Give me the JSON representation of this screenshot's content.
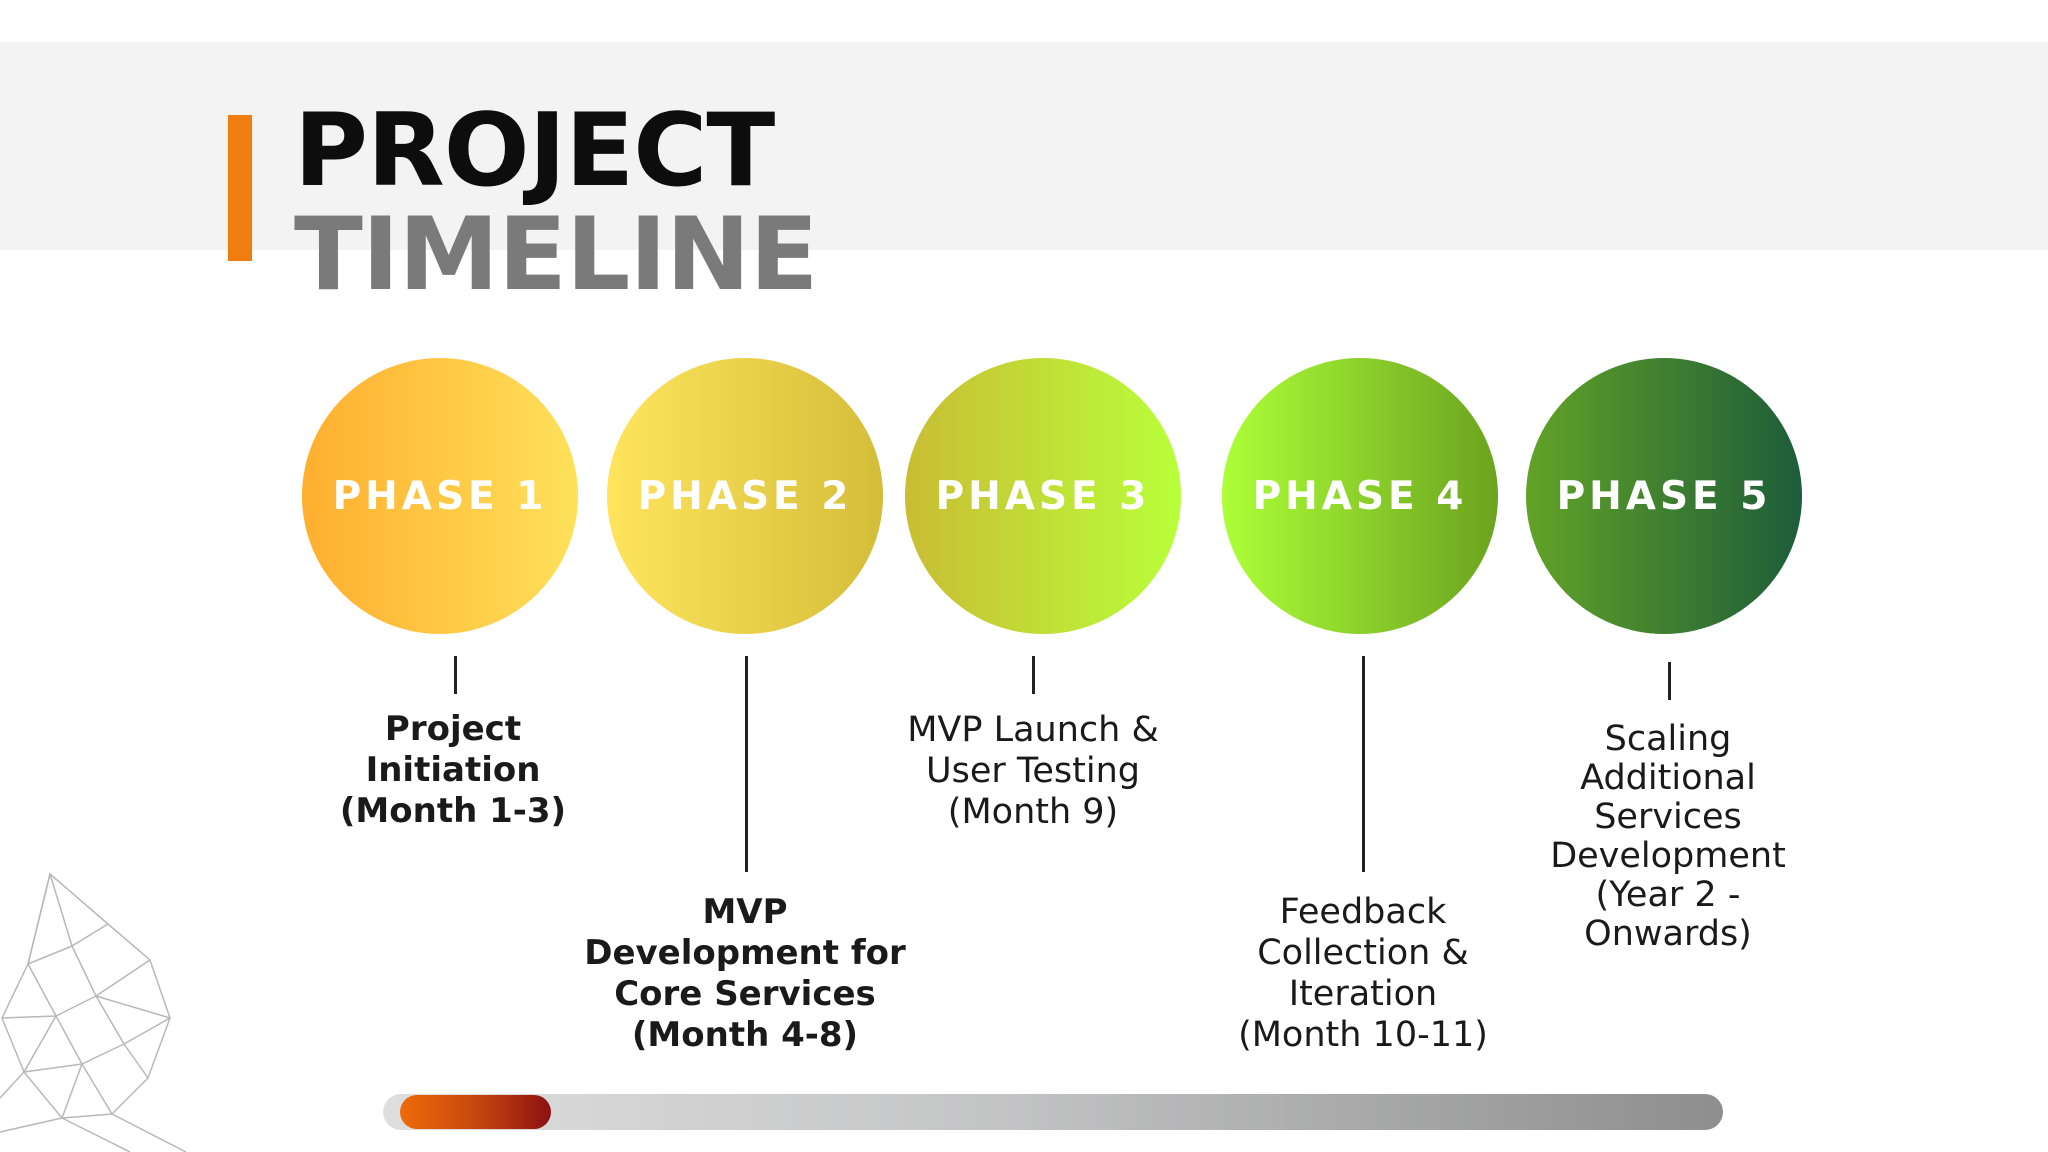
{
  "title": {
    "line1": "PROJECT",
    "line2": "TIMELINE",
    "line1_color": "#0d0d0d",
    "line2_color": "#7a7a7a",
    "accent_color": "#f07d0f"
  },
  "phases": [
    {
      "label": "PHASE 1",
      "gradient": [
        "#ffae2e",
        "#ffe15a"
      ],
      "description": [
        "Project",
        "Initiation",
        "(Month 1-3)"
      ],
      "description_bold": true
    },
    {
      "label": "PHASE 2",
      "gradient": [
        "#ffe55e",
        "#d4bd39"
      ],
      "description": [
        "MVP",
        "Development for",
        "Core Services",
        "(Month 4-8)"
      ],
      "description_bold": true
    },
    {
      "label": "PHASE 3",
      "gradient": [
        "#c9bd33",
        "#b8ff3a"
      ],
      "description": [
        "MVP Launch &",
        "User Testing",
        "(Month 9)"
      ],
      "description_bold": false
    },
    {
      "label": "PHASE 4",
      "gradient": [
        "#adff37",
        "#6ba31f"
      ],
      "description": [
        "Feedback",
        "Collection &",
        "Iteration",
        "(Month 10-11)"
      ],
      "description_bold": false
    },
    {
      "label": "PHASE 5",
      "gradient": [
        "#62a327",
        "#1d5c3a"
      ],
      "description": [
        "Scaling",
        "Additional",
        "Services",
        "Development",
        "(Year 2 -",
        "Onwards)"
      ],
      "description_bold": false
    }
  ],
  "progress": {
    "fraction": 0.1127,
    "fill_gradient": [
      "#ef6a0a",
      "#8c1111"
    ],
    "track_gradient": [
      "#dedede",
      "#8e8e8e"
    ]
  }
}
